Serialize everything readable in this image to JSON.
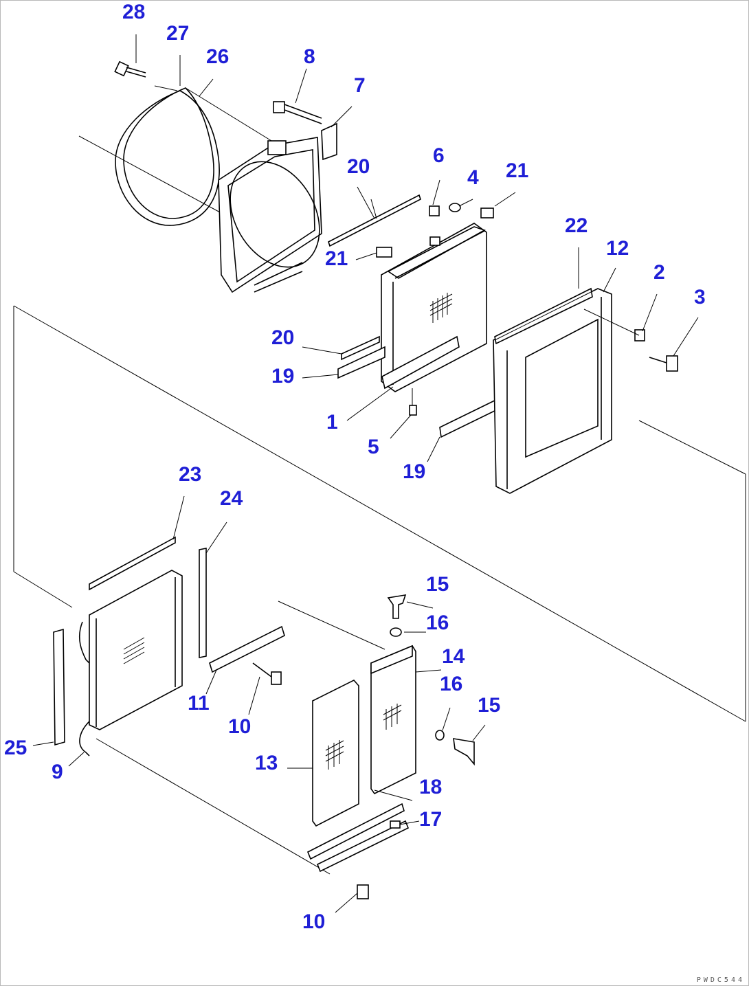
{
  "diagram": {
    "callout_color": "#1f1fd6",
    "drawing_code": "PWDC544",
    "callouts": [
      {
        "id": "c28",
        "label": "28"
      },
      {
        "id": "c27",
        "label": "27"
      },
      {
        "id": "c26",
        "label": "26"
      },
      {
        "id": "c8",
        "label": "8"
      },
      {
        "id": "c7",
        "label": "7"
      },
      {
        "id": "c6",
        "label": "6"
      },
      {
        "id": "c4",
        "label": "4"
      },
      {
        "id": "c20a",
        "label": "20"
      },
      {
        "id": "c21a",
        "label": "21"
      },
      {
        "id": "c21b",
        "label": "21"
      },
      {
        "id": "c22",
        "label": "22"
      },
      {
        "id": "c12",
        "label": "12"
      },
      {
        "id": "c2",
        "label": "2"
      },
      {
        "id": "c3",
        "label": "3"
      },
      {
        "id": "c20b",
        "label": "20"
      },
      {
        "id": "c19a",
        "label": "19"
      },
      {
        "id": "c1",
        "label": "1"
      },
      {
        "id": "c5",
        "label": "5"
      },
      {
        "id": "c19b",
        "label": "19"
      },
      {
        "id": "c23",
        "label": "23"
      },
      {
        "id": "c24",
        "label": "24"
      },
      {
        "id": "c15a",
        "label": "15"
      },
      {
        "id": "c16a",
        "label": "16"
      },
      {
        "id": "c14",
        "label": "14"
      },
      {
        "id": "c16b",
        "label": "16"
      },
      {
        "id": "c15b",
        "label": "15"
      },
      {
        "id": "c11",
        "label": "11"
      },
      {
        "id": "c10a",
        "label": "10"
      },
      {
        "id": "c25",
        "label": "25"
      },
      {
        "id": "c9",
        "label": "9"
      },
      {
        "id": "c13",
        "label": "13"
      },
      {
        "id": "c18",
        "label": "18"
      },
      {
        "id": "c17",
        "label": "17"
      },
      {
        "id": "c10b",
        "label": "10"
      }
    ]
  }
}
